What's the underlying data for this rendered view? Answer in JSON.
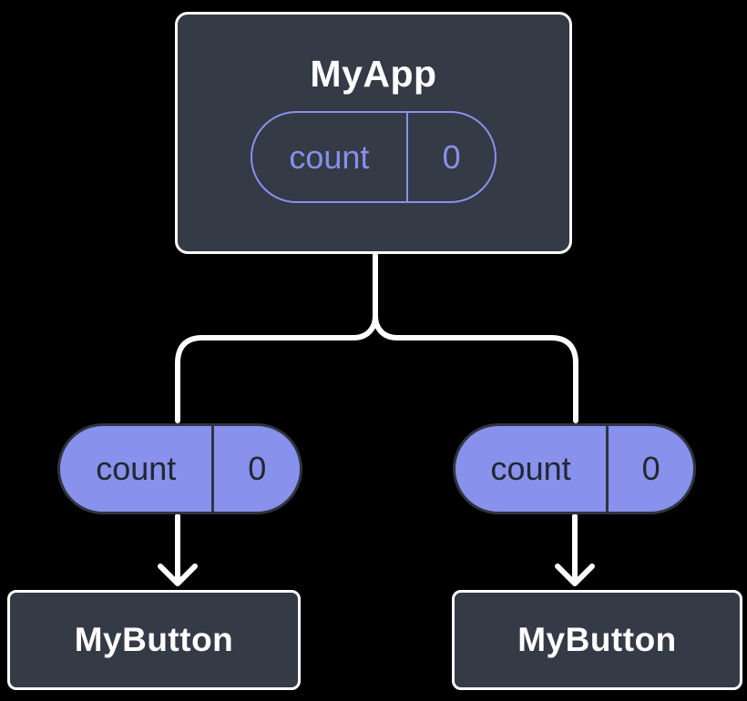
{
  "diagram": {
    "description": "Component tree with state lifted to parent",
    "tree": {
      "root": {
        "label": "MyApp",
        "state_pill": {
          "name": "count",
          "value": "0",
          "style": "outline"
        }
      },
      "prop_pills": [
        {
          "name": "count",
          "value": "0",
          "style": "filled"
        },
        {
          "name": "count",
          "value": "0",
          "style": "filled"
        }
      ],
      "children": [
        {
          "label": "MyButton"
        },
        {
          "label": "MyButton"
        }
      ]
    },
    "colors": {
      "background": "#000000",
      "node_fill": "#343A46",
      "node_border": "#FFFFFF",
      "accent_purple": "#8891EC",
      "pill_dark_border": "#2F353E",
      "pill_dark_text": "#23272F",
      "connector": "#FFFFFF"
    }
  }
}
